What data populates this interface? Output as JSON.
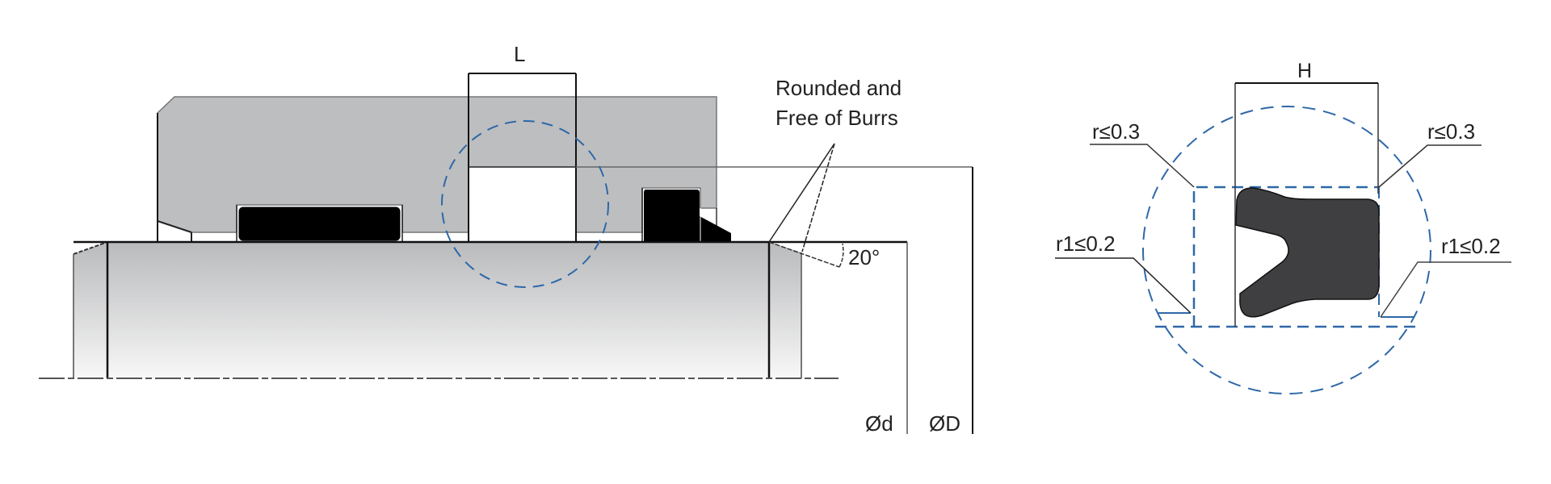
{
  "figure": {
    "title": "Rod seal installation drawing",
    "left_view": {
      "dimension_groove_width": "L",
      "note_line1": "Rounded and",
      "note_line2": "Free of Burrs",
      "chamfer_angle": "20°",
      "rod_diameter": "Ød",
      "groove_diameter": "ØD"
    },
    "detail_view": {
      "dimension_seal_height": "H",
      "radius_top_left": "r≤0.3",
      "radius_top_right": "r≤0.3",
      "radius_bottom_left": "r1≤0.2",
      "radius_bottom_right": "r1≤0.2"
    },
    "colors": {
      "housing": "#bdbec0",
      "rod_top": "#b9babc",
      "rod_bottom": "#f7f7f7",
      "seal": "#3f3f41",
      "oring": "#000000",
      "detail_circle": "#2e68a8",
      "line": "#1a1a1a"
    }
  }
}
